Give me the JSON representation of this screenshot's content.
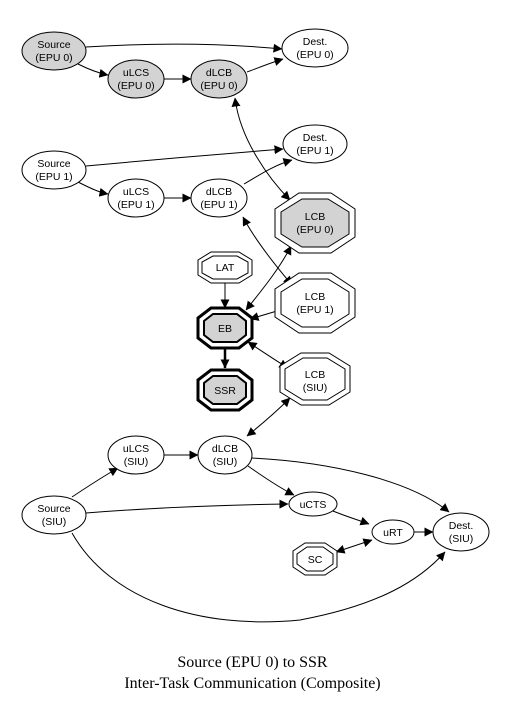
{
  "nodes": {
    "source_epu0": [
      "Source",
      "(EPU 0)"
    ],
    "dest_epu0": [
      "Dest.",
      "(EPU 0)"
    ],
    "ulcs_epu0": [
      "uLCS",
      "(EPU 0)"
    ],
    "dlcb_epu0": [
      "dLCB",
      "(EPU 0)"
    ],
    "source_epu1": [
      "Source",
      "(EPU 1)"
    ],
    "dest_epu1": [
      "Dest.",
      "(EPU 1)"
    ],
    "ulcs_epu1": [
      "uLCS",
      "(EPU 1)"
    ],
    "dlcb_epu1": [
      "dLCB",
      "(EPU 1)"
    ],
    "lcb_epu0": [
      "LCB",
      "(EPU 0)"
    ],
    "lat": [
      "LAT"
    ],
    "lcb_epu1": [
      "LCB",
      "(EPU 1)"
    ],
    "eb": [
      "EB"
    ],
    "ssr": [
      "SSR"
    ],
    "lcb_siu": [
      "LCB",
      "(SIU)"
    ],
    "ulcs_siu": [
      "uLCS",
      "(SIU)"
    ],
    "dlcb_siu": [
      "dLCB",
      "(SIU)"
    ],
    "source_siu": [
      "Source",
      "(SIU)"
    ],
    "ucts": [
      "uCTS"
    ],
    "urt": [
      "uRT"
    ],
    "dest_siu": [
      "Dest.",
      "(SIU)"
    ],
    "sc": [
      "SC"
    ]
  },
  "colors": {
    "highlight_fill": "#d3d3d3",
    "plain_fill": "#ffffff",
    "stroke": "#000000"
  },
  "caption": {
    "line1": "Source (EPU 0) to SSR",
    "line2": "Inter-Task Communication (Composite)"
  }
}
